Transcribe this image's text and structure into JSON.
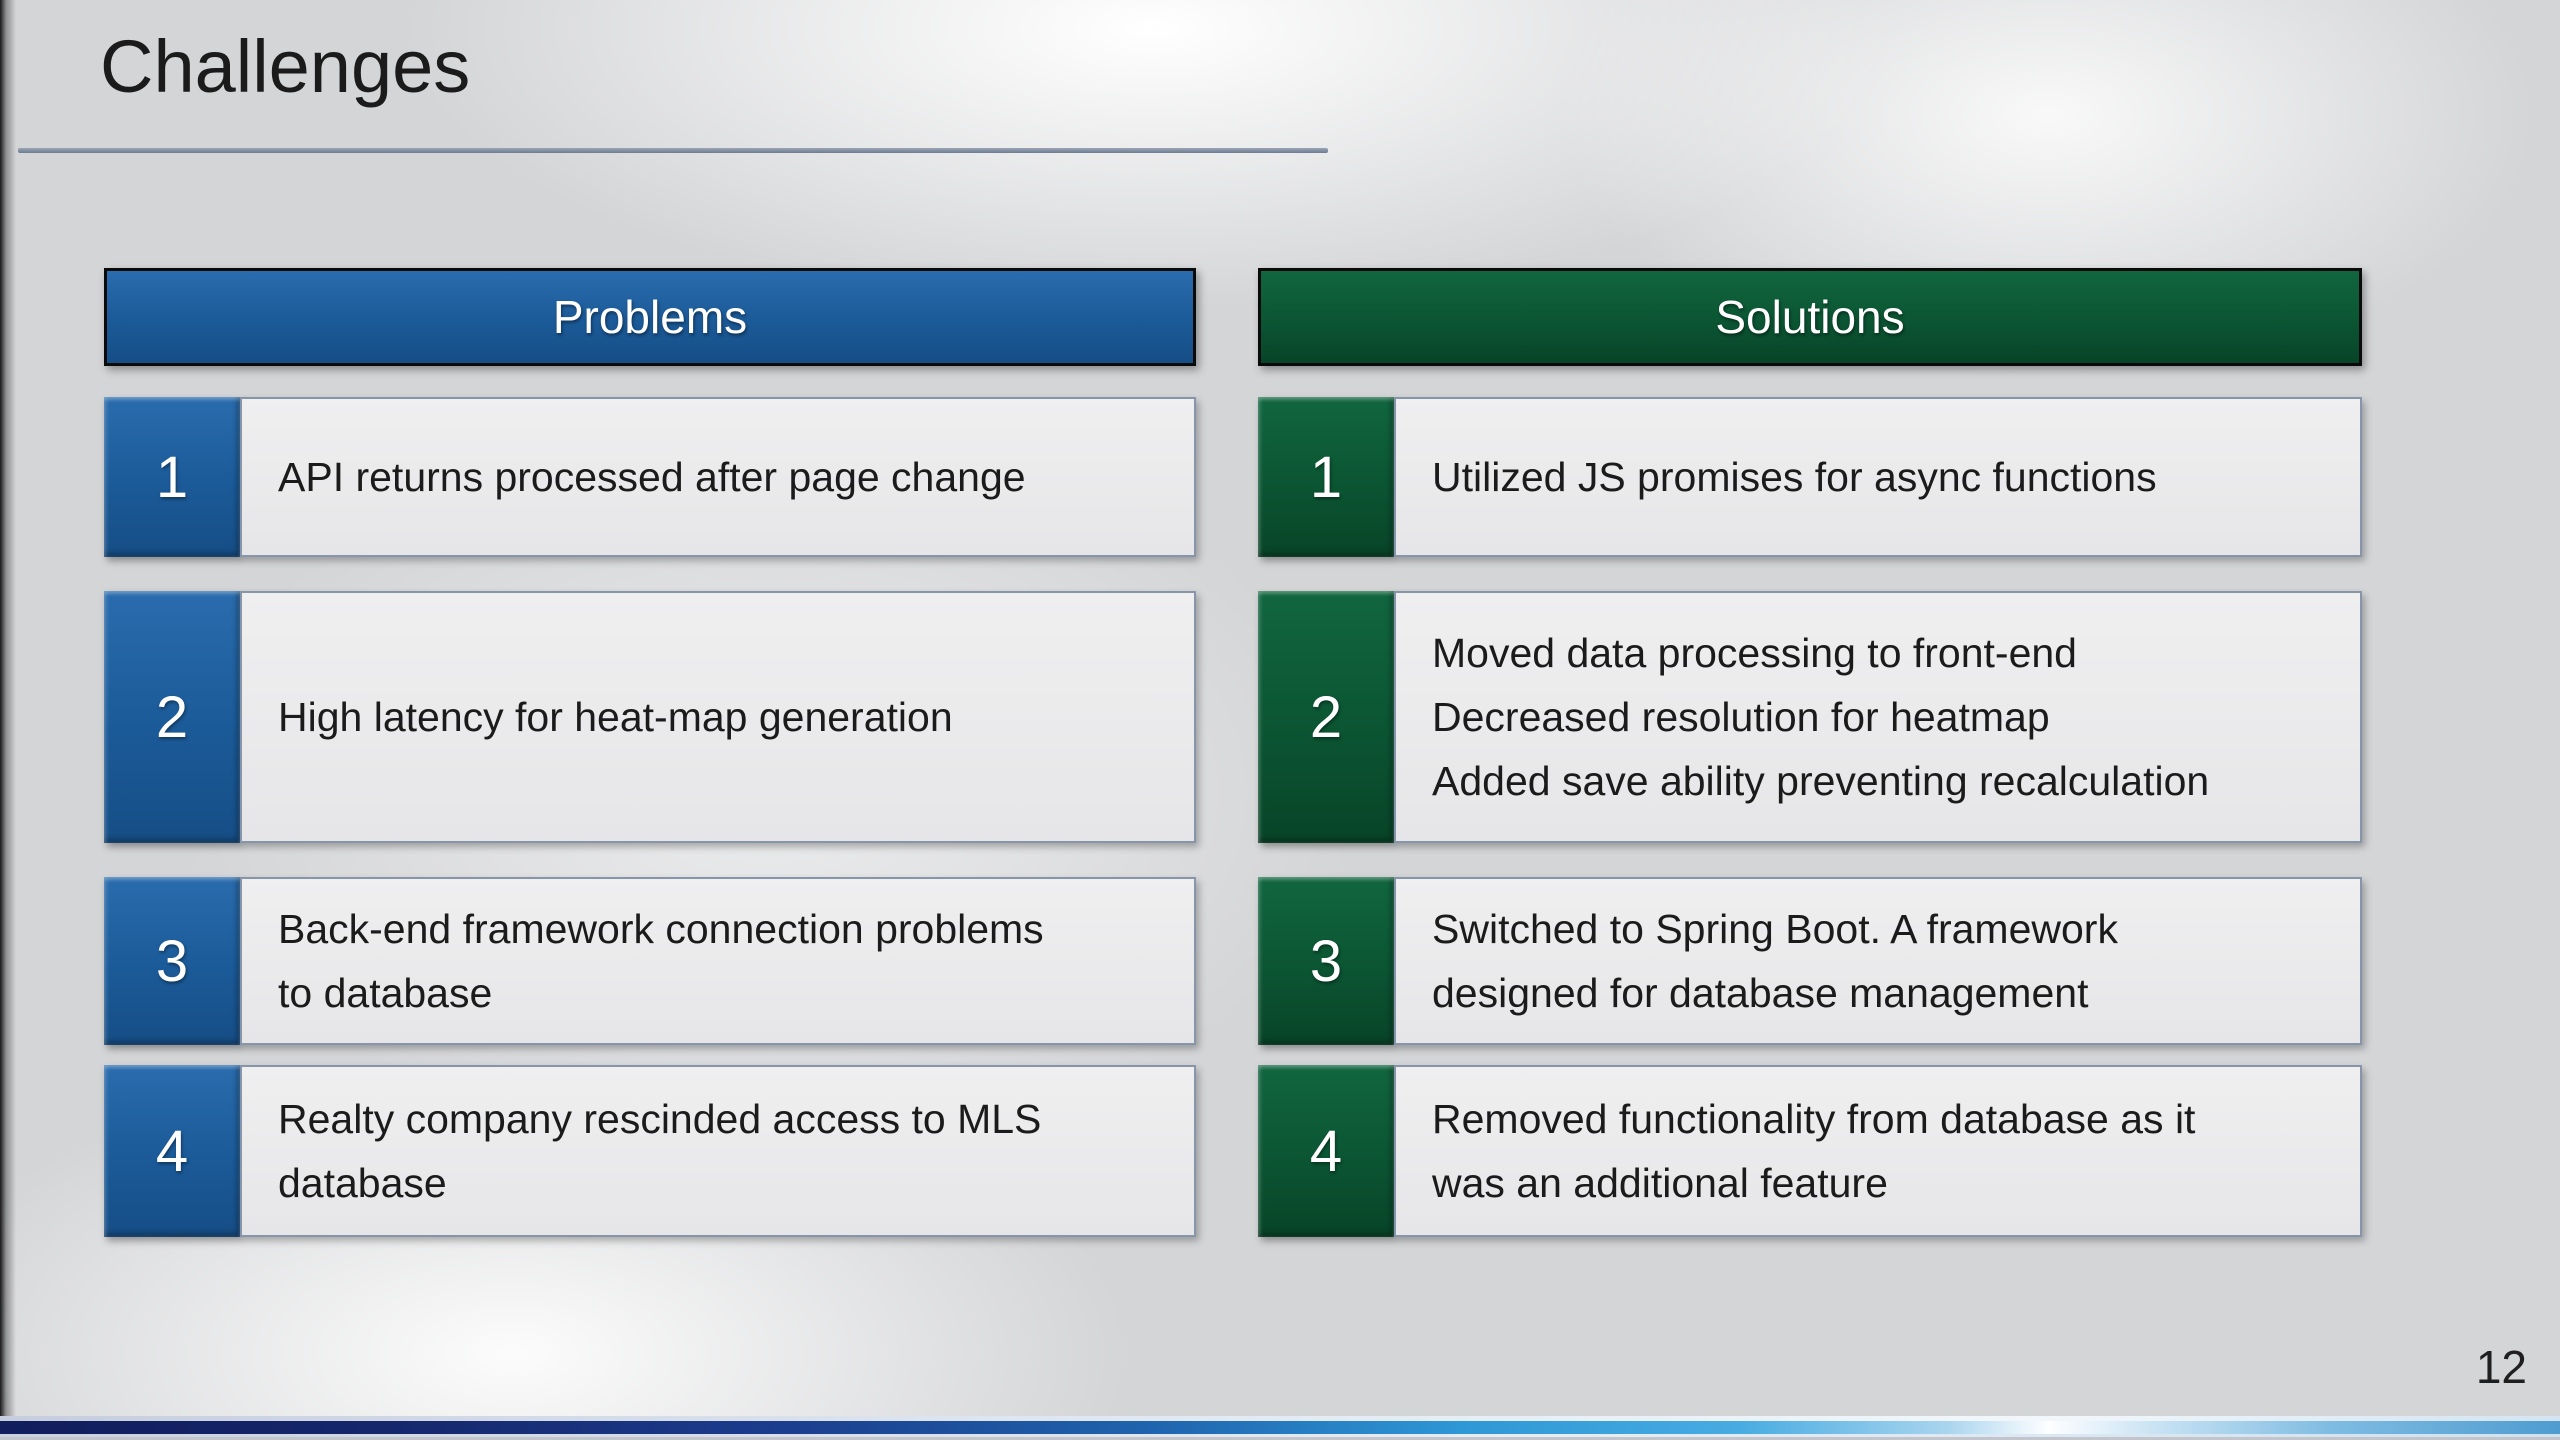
{
  "slide": {
    "title": "Challenges",
    "page_number": "12"
  },
  "columns": [
    {
      "id": "problems",
      "header": "Problems",
      "accent": "#1b5a98",
      "accent_light": "#2a6cae",
      "accent_dark": "#164e86",
      "rows": [
        {
          "num": "1",
          "lines": [
            "API returns processed after page change"
          ]
        },
        {
          "num": "2",
          "lines": [
            "High latency for heat-map generation"
          ]
        },
        {
          "num": "3",
          "lines": [
            "Back-end framework connection problems",
            "to database"
          ]
        },
        {
          "num": "4",
          "lines": [
            "Realty company rescinded access to MLS",
            "database"
          ]
        }
      ]
    },
    {
      "id": "solutions",
      "header": "Solutions",
      "accent": "#0b5533",
      "accent_light": "#11663f",
      "accent_dark": "#084427",
      "rows": [
        {
          "num": "1",
          "lines": [
            "Utilized JS promises for async functions"
          ]
        },
        {
          "num": "2",
          "lines": [
            "Moved data processing to front-end",
            "Decreased resolution for heatmap",
            "Added save ability preventing recalculation"
          ]
        },
        {
          "num": "3",
          "lines": [
            "Switched to Spring Boot. A framework",
            "designed for database management"
          ]
        },
        {
          "num": "4",
          "lines": [
            "Removed functionality from database as it",
            "was an additional feature"
          ]
        }
      ]
    }
  ],
  "colors": {
    "background_base": "#d4d5d7",
    "title_text": "#1b1b1b",
    "title_rule": "#7e8ba0",
    "header_border": "#0a0a0a",
    "header_text": "#ffffff",
    "box_fill": "#e9e9ea",
    "box_border": "#8695aa",
    "box_text": "#1b1b1b",
    "footer_navy": "#131f60",
    "footer_blue": "#1f64ae",
    "footer_cyan": "#35a0db",
    "footer_highlight": "#ffffff",
    "footer_light_blue": "#7fbce2"
  }
}
